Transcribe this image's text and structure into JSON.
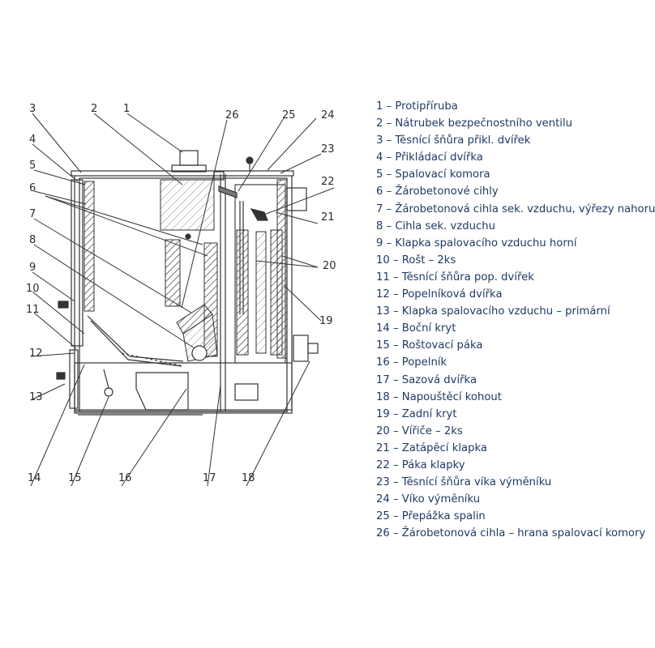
{
  "callouts": {
    "n1": "1",
    "n2": "2",
    "n3": "3",
    "n4": "4",
    "n5": "5",
    "n6": "6",
    "n7": "7",
    "n8": "8",
    "n9": "9",
    "n10": "10",
    "n11": "11",
    "n12": "12",
    "n13": "13",
    "n14": "14",
    "n15": "15",
    "n16": "16",
    "n17": "17",
    "n18": "18",
    "n19": "19",
    "n20": "20",
    "n21": "21",
    "n22": "22",
    "n23": "23",
    "n24": "24",
    "n25": "25",
    "n26": "26"
  },
  "legend": [
    "1 – Protipříruba",
    "2 – Nátrubek bezpečnostního ventilu",
    "3 – Těsnící šňůra přikl. dvířek",
    "4 – Přikládací dvířka",
    "5 – Spalovací komora",
    "6 – Žárobetonové cihly",
    "7 – Žárobetonová cihla sek. vzduchu, výřezy nahoru",
    "8 – Cihla sek. vzduchu",
    "9 – Klapka spalovacího vzduchu horní",
    "10 – Rošt – 2ks",
    "11 – Těsnící šňůra pop. dvířek",
    "12 – Popelníková dvířka",
    "13 – Klapka spalovacího vzduchu – primární",
    "14 – Boční kryt",
    "15 – Roštovací páka",
    "16 – Popelník",
    "17 – Sazová dvířka",
    "18 – Napouštěcí kohout",
    "19 – Zadní kryt",
    "20 – Vířiče – 2ks",
    "21 – Zatápěcí klapka",
    "22 – Páka klapky",
    "23 – Těsnící šňůra víka výměníku",
    "24 – Víko výměníku",
    "25 – Přepážka spalin",
    "26 – Žárobetonová cihla – hrana spalovací komory"
  ]
}
